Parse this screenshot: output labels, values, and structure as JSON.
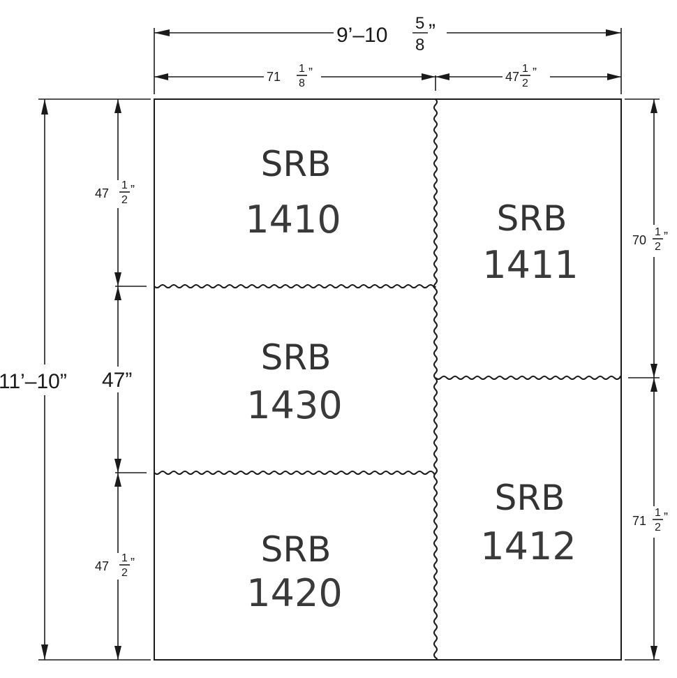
{
  "panels": [
    {
      "code": "SRB",
      "number": "1410"
    },
    {
      "code": "SRB",
      "number": "1411"
    },
    {
      "code": "SRB",
      "number": "1430"
    },
    {
      "code": "SRB",
      "number": "1420"
    },
    {
      "code": "SRB",
      "number": "1412"
    }
  ],
  "dimensions": {
    "overall_width": {
      "whole": "9’–10",
      "num": "5",
      "den": "8",
      "unit": "”"
    },
    "left_width": {
      "whole": "71",
      "num": "1",
      "den": "8",
      "unit": "”"
    },
    "right_width": {
      "whole": "47",
      "num": "1",
      "den": "2",
      "unit": "”"
    },
    "overall_height": "11’–10”",
    "left_top_height": {
      "whole": "47",
      "num": "1",
      "den": "2",
      "unit": "”"
    },
    "left_mid_height": "47”",
    "left_bottom_height": {
      "whole": "47",
      "num": "1",
      "den": "2",
      "unit": "”"
    },
    "right_top_height": {
      "whole": "70",
      "num": "1",
      "den": "2",
      "unit": "”"
    },
    "right_bottom_height": {
      "whole": "71",
      "num": "1",
      "den": "2",
      "unit": "”"
    }
  }
}
